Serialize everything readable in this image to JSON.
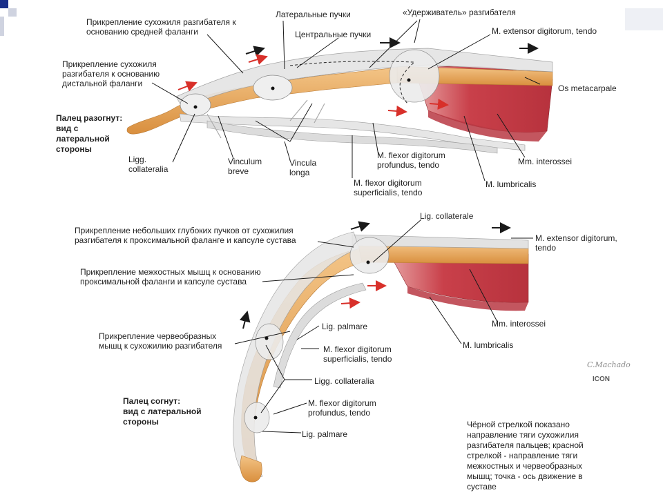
{
  "colors": {
    "accent_blue": "#1a2f8a",
    "bone": "#e8a456",
    "tendon": "#dcdcdc",
    "muscle": "#c9404a",
    "arrow_black": "#1a1a1a",
    "arrow_red": "#d8302a"
  },
  "top_figure": {
    "caption": "Палец разогнут:\nвид с\nлатеральной\nстороны",
    "labels": {
      "attach_middle": "Прикрепление сухожиля разгибателя к\nоснованию средней фаланги",
      "lateral_bands": "Латеральные пучки",
      "retinaculum": "«Удерживатель» разгибателя",
      "central_bands": "Центральные пучки",
      "extensor_tendon": "M. extensor digitorum, tendo",
      "attach_distal": "Прикрепление сухожиля\nразгибателя к основанию\nдистальной фаланги",
      "os_metacarpale": "Os metacarpale",
      "ligg_collateralia": "Ligg.\ncollateralia",
      "vinculum_breve": "Vinculum\nbreve",
      "vincula_longa": "Vincula\nlonga",
      "flexor_profundus": "M. flexor digitorum\nprofundus, tendo",
      "mm_interossei": "Mm. interossei",
      "flexor_superficialis": "M. flexor digitorum\nsuperficialis, tendo",
      "mm_lumbricalis": "M. lumbricalis"
    }
  },
  "bottom_figure": {
    "caption": "Палец согнут:\nвид с латеральной\nстороны",
    "labels": {
      "lig_collaterale": "Lig. collaterale",
      "attach_deep_bands": "Прикрепление небольших глубоких пучков от сухожилия\nразгибателя к проксимальной фаланге и капсуле сустава",
      "extensor_tendon": "M. extensor digitorum,\ntendo",
      "attach_interossei": "Прикрепление межкостных мышц к основанию\nпроксимальной фаланги и капсуле сустава",
      "mm_interossei": "Mm. interossei",
      "attach_lumbricals": "Прикрепление червеобразных\nмышц к сухожилию разгибателя",
      "lig_palmare_upper": "Lig. palmare",
      "flexor_superficialis": "M. flexor digitorum\nsuperficialis, tendo",
      "m_lumbricalis": "M. lumbricalis",
      "ligg_collateralia": "Ligg. collateralia",
      "flexor_profundus": "M. flexor digitorum\nprofundus, tendo",
      "lig_palmare_lower": "Lig. palmare"
    }
  },
  "legend_note": "Чёрной стрелкой показано\nнаправление тяги сухожилия\nразгибателя пальцев; красной\nстрелкой - направление тяги\nмежкостных и червеобразных\nмышц; точка - ось движение в\nсуставе",
  "signature": "C.Machado",
  "publisher": "ICON"
}
